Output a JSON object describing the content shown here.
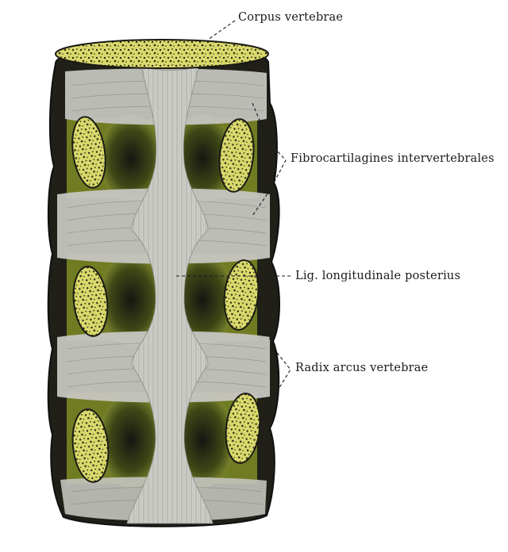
{
  "labels": {
    "corpus": "Corpus vertebrae",
    "fibro": "Fibrocartilagines intervertebrales",
    "lig": "Lig. longitudinale posterius",
    "radix": "Radix arcus vertebrae"
  },
  "colors": {
    "bone_yellow": "#d8d86a",
    "cartilage_green": "#7d8a2a",
    "ligament_gray": "#c9c9c4",
    "outline_dark": "#1c1c18"
  }
}
